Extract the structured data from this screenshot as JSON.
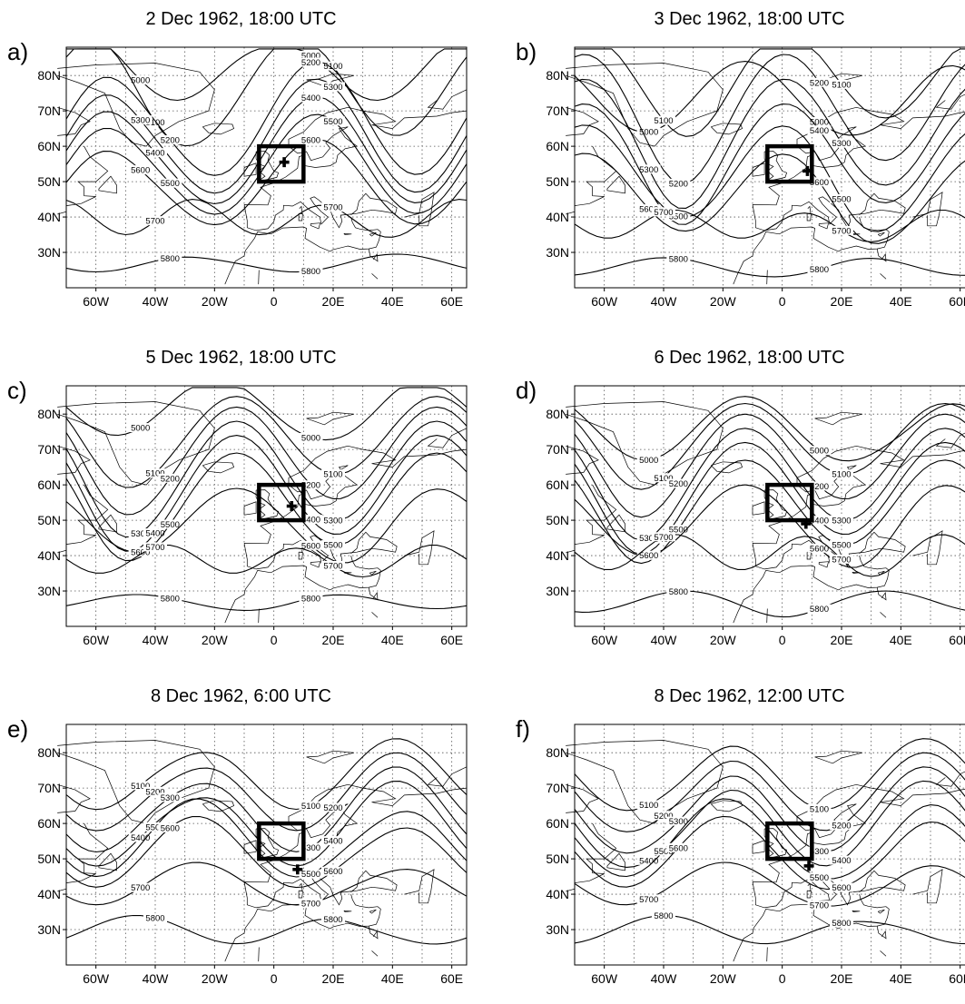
{
  "panels": [
    {
      "id": "a",
      "label": "a)",
      "title": "2 Dec 1962, 18:00 UTC",
      "marker": {
        "lon": 3.5,
        "lat": 55.5
      },
      "contours": [
        {
          "value": "5000",
          "lat0": 83,
          "amp": 10,
          "ph": 0.2,
          "k": 2,
          "trough": 0
        },
        {
          "value": "5100",
          "lat0": 77,
          "amp": 14,
          "ph": 0.1,
          "k": 2,
          "trough": -40
        },
        {
          "value": "5200",
          "lat0": 68,
          "amp": 16,
          "ph": 0.0,
          "k": 2,
          "trough": -45
        },
        {
          "value": "5300",
          "lat0": 63,
          "amp": 16,
          "ph": 0.0,
          "k": 2,
          "trough": -45
        },
        {
          "value": "5400",
          "lat0": 59,
          "amp": 15,
          "ph": 0.0,
          "k": 2,
          "trough": -45
        },
        {
          "value": "5500",
          "lat0": 55,
          "amp": 14,
          "ph": 0.0,
          "k": 2,
          "trough": -45
        },
        {
          "value": "5600",
          "lat0": 50,
          "amp": 12,
          "ph": 0.0,
          "k": 2,
          "trough": -45
        },
        {
          "value": "5700",
          "lat0": 40,
          "amp": 5,
          "ph": 0.3,
          "k": 3,
          "trough": 25
        },
        {
          "value": "5800",
          "lat0": 27,
          "amp": 2.5,
          "ph": 0.6,
          "k": 2,
          "trough": -20
        }
      ]
    },
    {
      "id": "b",
      "label": "b)",
      "title": "3 Dec 1962, 18:00 UTC",
      "marker": {
        "lon": 8.5,
        "lat": 53
      },
      "contours": [
        {
          "value": "5000",
          "lat0": 74,
          "amp": 10,
          "ph": 0.4,
          "k": 2,
          "trough": 40
        },
        {
          "value": "5100",
          "lat0": 80,
          "amp": 12,
          "ph": 0.2,
          "k": 2,
          "trough": -30
        },
        {
          "value": "5200",
          "lat0": 71,
          "amp": 15,
          "ph": 0.2,
          "k": 2,
          "trough": -35
        },
        {
          "value": "5300",
          "lat0": 64,
          "amp": 15,
          "ph": 0.2,
          "k": 2,
          "trough": -35
        },
        {
          "value": "5400",
          "lat0": 58,
          "amp": 14,
          "ph": 0.2,
          "k": 2,
          "trough": -35
        },
        {
          "value": "5500",
          "lat0": 53,
          "amp": 13,
          "ph": 0.2,
          "k": 2,
          "trough": 25
        },
        {
          "value": "5600",
          "lat0": 47,
          "amp": 11,
          "ph": 0.2,
          "k": 2,
          "trough": 25
        },
        {
          "value": "5700",
          "lat0": 38,
          "amp": 4,
          "ph": 0.5,
          "k": 3,
          "trough": 20
        },
        {
          "value": "5800",
          "lat0": 26,
          "amp": 2.5,
          "ph": 0.8,
          "k": 2,
          "trough": 10
        }
      ]
    },
    {
      "id": "c",
      "label": "c)",
      "title": "5 Dec 1962, 18:00 UTC",
      "marker": {
        "lon": 6,
        "lat": 54
      },
      "contours": [
        {
          "value": "5000",
          "lat0": 82,
          "amp": 8,
          "ph": 0.5,
          "k": 2,
          "trough": 30
        },
        {
          "value": "5100",
          "lat0": 74,
          "amp": 11,
          "ph": 0.4,
          "k": 2,
          "trough": -55
        },
        {
          "value": "5200",
          "lat0": 69,
          "amp": 13,
          "ph": 0.4,
          "k": 2,
          "trough": -55
        },
        {
          "value": "5300",
          "lat0": 64,
          "amp": 14,
          "ph": 0.4,
          "k": 2,
          "trough": -55
        },
        {
          "value": "5400",
          "lat0": 60,
          "amp": 14,
          "ph": 0.4,
          "k": 2,
          "trough": -55
        },
        {
          "value": "5500",
          "lat0": 56,
          "amp": 13,
          "ph": 0.4,
          "k": 2,
          "trough": -55
        },
        {
          "value": "5600",
          "lat0": 50,
          "amp": 9,
          "ph": 0.4,
          "k": 2,
          "trough": 30
        },
        {
          "value": "5700",
          "lat0": 39,
          "amp": 4,
          "ph": 0.5,
          "k": 3,
          "trough": 20
        },
        {
          "value": "5800",
          "lat0": 27,
          "amp": 2,
          "ph": 0.9,
          "k": 2,
          "trough": 0
        }
      ]
    },
    {
      "id": "d",
      "label": "d)",
      "title": "6 Dec 1962, 18:00 UTC",
      "marker": {
        "lon": 8,
        "lat": 49
      },
      "contours": [
        {
          "value": "5000",
          "lat0": 76,
          "amp": 9,
          "ph": 0.4,
          "k": 2,
          "trough": 45
        },
        {
          "value": "5100",
          "lat0": 73,
          "amp": 10,
          "ph": 0.4,
          "k": 2,
          "trough": -50
        },
        {
          "value": "5200",
          "lat0": 68,
          "amp": 12,
          "ph": 0.4,
          "k": 2,
          "trough": -50
        },
        {
          "value": "5300",
          "lat0": 63,
          "amp": 13,
          "ph": 0.4,
          "k": 2,
          "trough": -50
        },
        {
          "value": "5400",
          "lat0": 59,
          "amp": 13,
          "ph": 0.4,
          "k": 2,
          "trough": -50
        },
        {
          "value": "5500",
          "lat0": 55,
          "amp": 12,
          "ph": 0.4,
          "k": 2,
          "trough": -50
        },
        {
          "value": "5600",
          "lat0": 50,
          "amp": 10,
          "ph": 0.4,
          "k": 2,
          "trough": 30
        },
        {
          "value": "5700",
          "lat0": 41,
          "amp": 5,
          "ph": 0.5,
          "k": 3,
          "trough": 25
        },
        {
          "value": "5800",
          "lat0": 27,
          "amp": 3,
          "ph": 0.7,
          "k": 2,
          "trough": 0
        }
      ]
    },
    {
      "id": "e",
      "label": "e)",
      "title": "8 Dec 1962, 6:00 UTC",
      "marker": {
        "lon": 8,
        "lat": 47
      },
      "contours": [
        {
          "value": "5100",
          "lat0": 74,
          "amp": 10,
          "ph": 0.6,
          "k": 2,
          "trough": -30
        },
        {
          "value": "5200",
          "lat0": 69,
          "amp": 11,
          "ph": 0.6,
          "k": 2,
          "trough": -30
        },
        {
          "value": "5300",
          "lat0": 64,
          "amp": 12,
          "ph": 0.6,
          "k": 2,
          "trough": -30
        },
        {
          "value": "5400",
          "lat0": 60,
          "amp": 12,
          "ph": 0.6,
          "k": 2,
          "trough": -30
        },
        {
          "value": "5500",
          "lat0": 56,
          "amp": 11,
          "ph": 0.6,
          "k": 2,
          "trough": 35
        },
        {
          "value": "5600",
          "lat0": 52,
          "amp": 10,
          "ph": 0.6,
          "k": 2,
          "trough": 35
        },
        {
          "value": "5700",
          "lat0": 43,
          "amp": 6,
          "ph": 0.6,
          "k": 2,
          "trough": 35
        },
        {
          "value": "5800",
          "lat0": 30,
          "amp": 4,
          "ph": 0.9,
          "k": 2,
          "trough": 30
        }
      ]
    },
    {
      "id": "f",
      "label": "f)",
      "title": "8 Dec 1962, 12:00 UTC",
      "marker": {
        "lon": 9,
        "lat": 48
      },
      "contours": [
        {
          "value": "5100",
          "lat0": 74,
          "amp": 10,
          "ph": 0.5,
          "k": 2,
          "trough": -30
        },
        {
          "value": "5200",
          "lat0": 69,
          "amp": 11,
          "ph": 0.5,
          "k": 2,
          "trough": -30
        },
        {
          "value": "5300",
          "lat0": 64,
          "amp": 12,
          "ph": 0.5,
          "k": 2,
          "trough": -30
        },
        {
          "value": "5400",
          "lat0": 60,
          "amp": 12,
          "ph": 0.5,
          "k": 2,
          "trough": -30
        },
        {
          "value": "5500",
          "lat0": 56,
          "amp": 11,
          "ph": 0.5,
          "k": 2,
          "trough": 35
        },
        {
          "value": "5600",
          "lat0": 52,
          "amp": 10,
          "ph": 0.5,
          "k": 2,
          "trough": 35
        },
        {
          "value": "5700",
          "lat0": 43,
          "amp": 6,
          "ph": 0.5,
          "k": 2,
          "trough": 35
        },
        {
          "value": "5800",
          "lat0": 30,
          "amp": 4,
          "ph": 0.8,
          "k": 2,
          "trough": 30
        }
      ]
    }
  ],
  "x_ticks": [
    "60W",
    "40W",
    "20W",
    "0",
    "20E",
    "40E",
    "60E"
  ],
  "x_tick_lons": [
    -60,
    -40,
    -20,
    0,
    20,
    40,
    60
  ],
  "y_ticks": [
    "80N",
    "70N",
    "60N",
    "50N",
    "40N",
    "30N"
  ],
  "y_tick_lats": [
    80,
    70,
    60,
    50,
    40,
    30
  ],
  "lon_range": [
    -70,
    65
  ],
  "lat_range": [
    20,
    88
  ],
  "box_region": {
    "lon": [
      -5,
      10
    ],
    "lat": [
      50,
      60
    ]
  }
}
